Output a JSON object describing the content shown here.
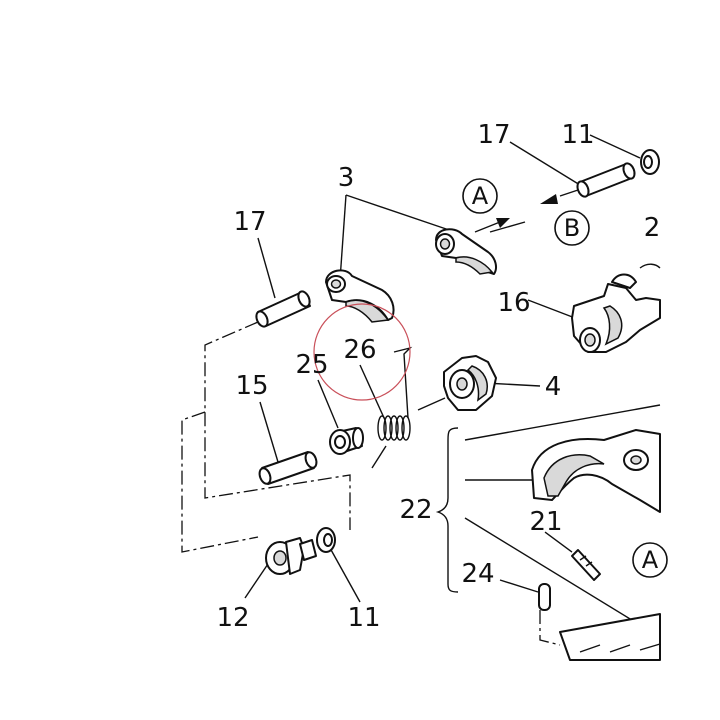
{
  "labels": {
    "l3": "3",
    "l4": "4",
    "l11_top": "11",
    "l11_bottom": "11",
    "l12": "12",
    "l15": "15",
    "l16": "16",
    "l17_left": "17",
    "l17_top": "17",
    "l2_partial": "2",
    "l21": "21",
    "l22": "22",
    "l24": "24",
    "l25": "25",
    "l26": "26"
  },
  "callouts": {
    "a_top": "A",
    "b_top": "B",
    "a_right": "A"
  },
  "colors": {
    "line": "#111111",
    "highlight_circle": "#c9505a",
    "shade": "#d9d9d9"
  }
}
